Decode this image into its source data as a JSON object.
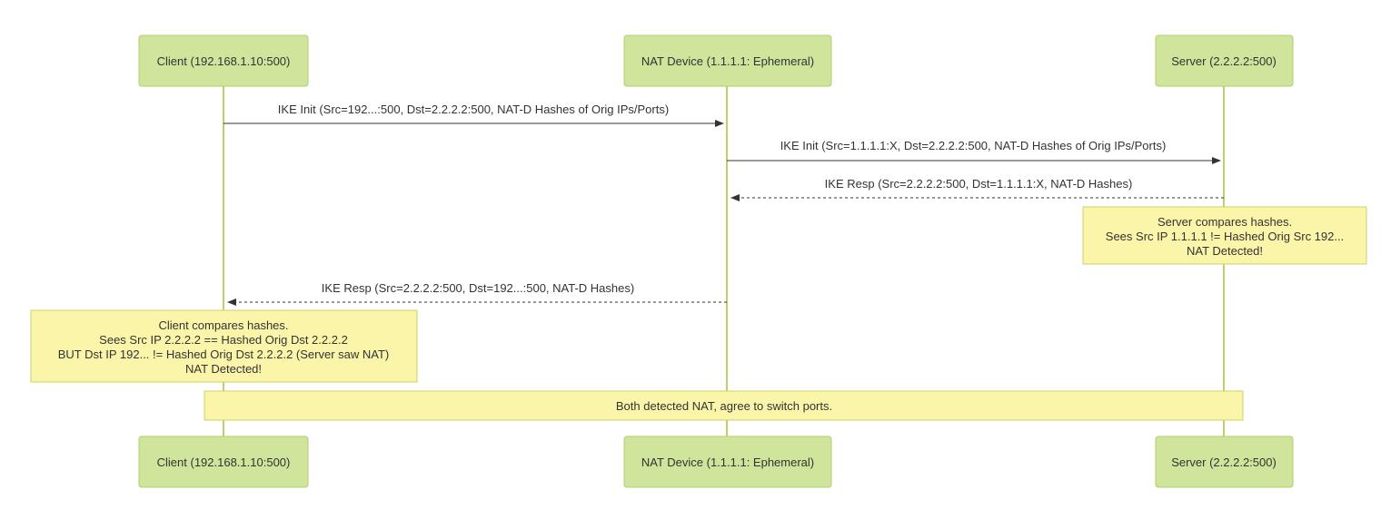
{
  "participants": [
    {
      "id": "client",
      "label": "Client (192.168.1.10:500)"
    },
    {
      "id": "nat",
      "label": "NAT Device (1.1.1.1: Ephemeral)"
    },
    {
      "id": "server",
      "label": "Server (2.2.2.2:500)"
    }
  ],
  "messages": [
    {
      "label": "IKE Init (Src=192...:500, Dst=2.2.2.2:500, NAT-D Hashes of Orig IPs/Ports)",
      "from": "client",
      "to": "nat",
      "style": "solid"
    },
    {
      "label": "IKE Init (Src=1.1.1.1:X, Dst=2.2.2.2:500, NAT-D Hashes of Orig IPs/Ports)",
      "from": "nat",
      "to": "server",
      "style": "solid"
    },
    {
      "label": "IKE Resp (Src=2.2.2.2:500, Dst=1.1.1.1:X, NAT-D Hashes)",
      "from": "server",
      "to": "nat",
      "style": "dashed"
    },
    {
      "label": "IKE Resp (Src=2.2.2.2:500, Dst=192...:500, NAT-D Hashes)",
      "from": "nat",
      "to": "client",
      "style": "dashed"
    }
  ],
  "notes": [
    {
      "id": "server-note",
      "lines": [
        "Server compares hashes.",
        "Sees Src IP 1.1.1.1 != Hashed Orig Src 192...",
        "NAT Detected!"
      ]
    },
    {
      "id": "client-note",
      "lines": [
        "Client compares hashes.",
        "Sees Src IP 2.2.2.2 == Hashed Orig Dst 2.2.2.2",
        "BUT Dst IP 192... != Hashed Orig Dst 2.2.2.2 (Server saw NAT)",
        "NAT Detected!"
      ]
    },
    {
      "id": "both-note",
      "lines": [
        "Both detected NAT, agree to switch ports."
      ]
    }
  ],
  "colors": {
    "actor_fill": "#d0e59c",
    "lifeline": "#b9d36a",
    "note_fill": "#fbf5aa",
    "line": "#333333"
  }
}
